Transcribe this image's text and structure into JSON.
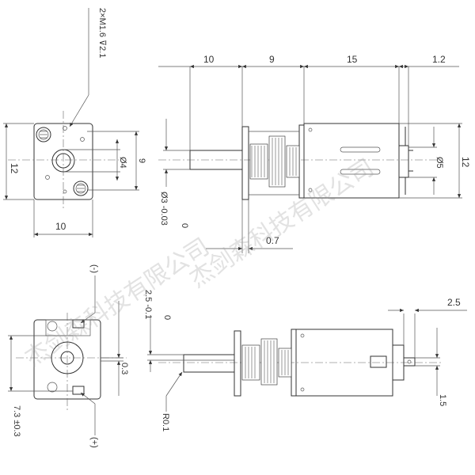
{
  "dimensions": {
    "top_screws": "2×M1.6 ⊽2.1",
    "front_width": "10",
    "front_height": "12",
    "bore_dia": "Ø4",
    "front_spacing": "9",
    "shaft_dia": "Ø3 -0.03",
    "shaft_dia_zero": "0",
    "shaft_len": "10",
    "gearbox_len": "9",
    "motor_len": "15",
    "end_cap": "1.2",
    "motor_dia": "Ø5",
    "overall_height": "12",
    "plate_thk": "0.7",
    "flat_depth": "2.5 -0.1",
    "flat_zero": "0",
    "offset_03": "0.3",
    "term_spacing": "7.3 ±0.3",
    "terminal_len": "2.5",
    "terminal_thk": "1.5",
    "fillet": "R0.1",
    "neg_label": "(-)",
    "pos_label": "(+)"
  },
  "watermark": {
    "upper": "杰剑森科技有限公司",
    "lower": "杰剑森科技有限公司"
  }
}
